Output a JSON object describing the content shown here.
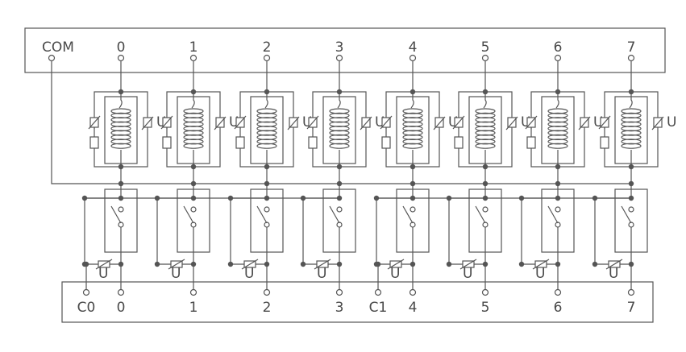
{
  "top_terminals": {
    "common_label": "COM",
    "channel_labels": [
      "0",
      "1",
      "2",
      "3",
      "4",
      "5",
      "6",
      "7"
    ]
  },
  "bottom_terminals": {
    "group_common_labels": [
      "C0",
      "C1"
    ],
    "channel_labels": [
      "0",
      "1",
      "2",
      "3",
      "4",
      "5",
      "6",
      "7"
    ]
  },
  "varistor_symbol_label": "U",
  "colors": {
    "line": "#555555",
    "dot": "#555555",
    "background": "#ffffff"
  }
}
